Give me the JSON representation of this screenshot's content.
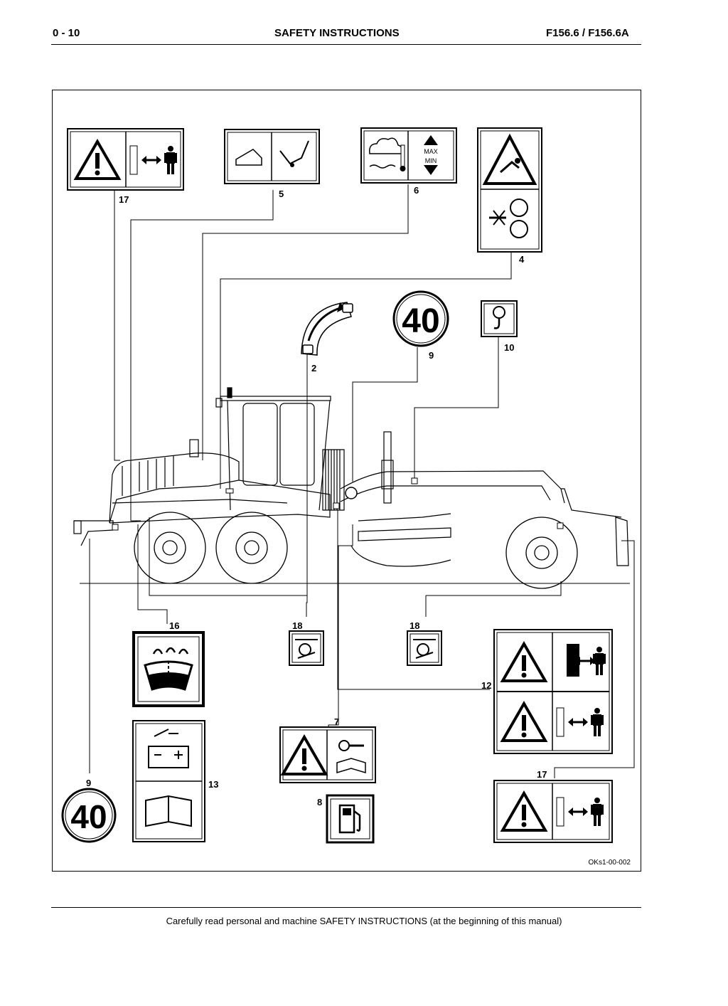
{
  "header": {
    "page_number": "0 - 10",
    "title": "SAFETY INSTRUCTIONS",
    "model": "F156.6 / F156.6A"
  },
  "figure": {
    "reference": "OKs1-00-002",
    "callouts": {
      "c17a": "17",
      "c5": "5",
      "c6": "6",
      "c4": "4",
      "c2": "2",
      "c9a": "9",
      "c10": "10",
      "c16": "16",
      "c18a": "18",
      "c18b": "18",
      "c12": "12",
      "c7": "7",
      "c17b": "17",
      "c9b": "9",
      "c13": "13",
      "c8": "8"
    },
    "decals": {
      "speed_limit": "40",
      "max_label": "MAX",
      "min_label": "MIN"
    }
  },
  "footer": {
    "note": "Carefully read personal and machine SAFETY INSTRUCTIONS (at the beginning of this manual)"
  }
}
